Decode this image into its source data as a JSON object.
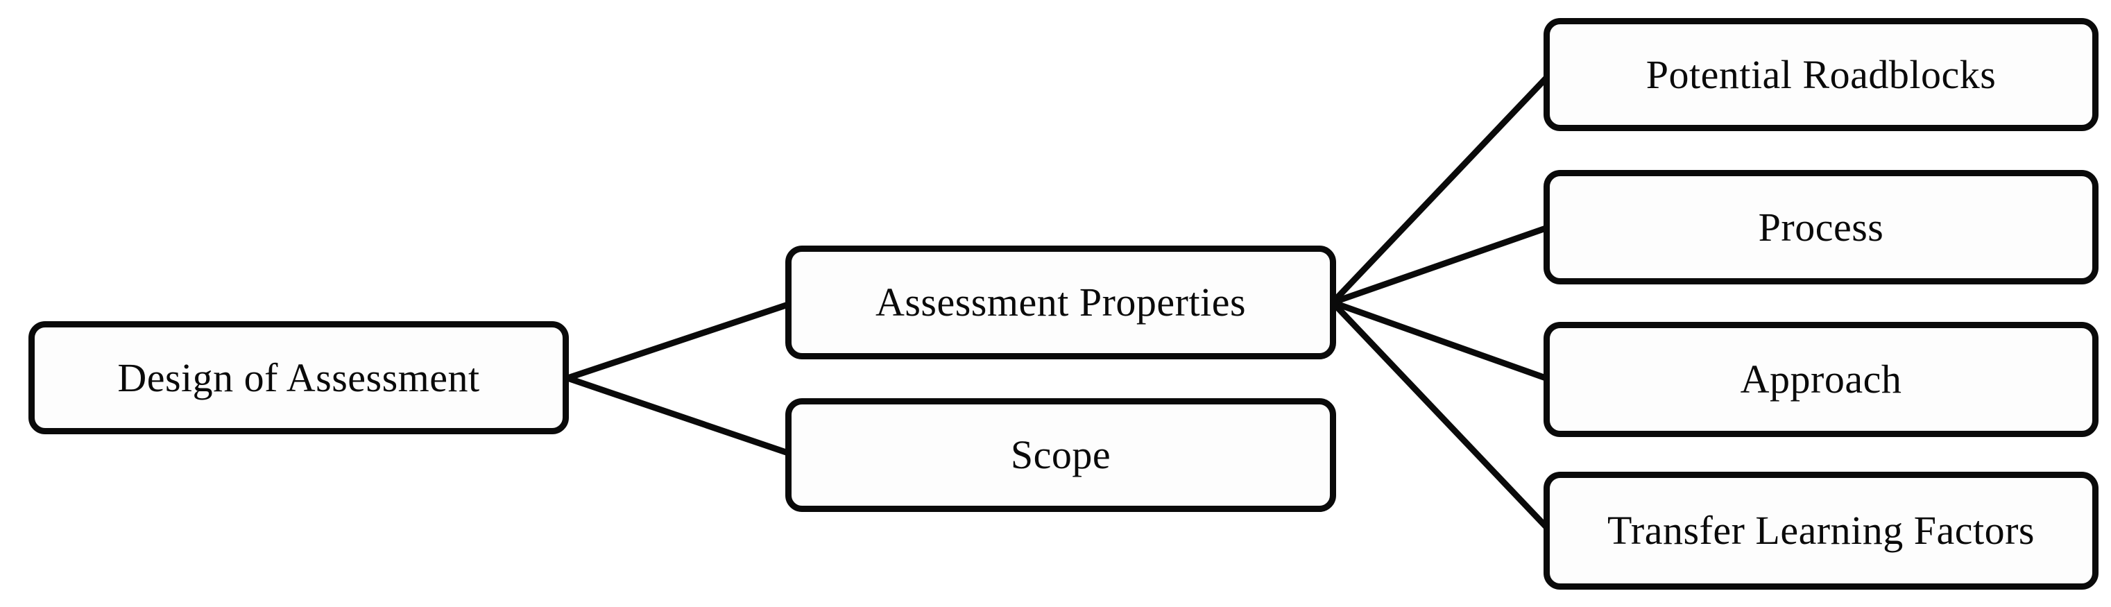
{
  "diagram": {
    "root": {
      "label": "Design of Assessment"
    },
    "level2": [
      {
        "label": "Assessment Properties"
      },
      {
        "label": "Scope"
      }
    ],
    "level3": [
      {
        "label": "Potential Roadblocks"
      },
      {
        "label": "Process"
      },
      {
        "label": "Approach"
      },
      {
        "label": "Transfer Learning Factors"
      }
    ],
    "edges": [
      {
        "from": "Design of Assessment",
        "to": "Assessment Properties"
      },
      {
        "from": "Design of Assessment",
        "to": "Scope"
      },
      {
        "from": "Assessment Properties",
        "to": "Potential Roadblocks"
      },
      {
        "from": "Assessment Properties",
        "to": "Process"
      },
      {
        "from": "Assessment Properties",
        "to": "Approach"
      },
      {
        "from": "Assessment Properties",
        "to": "Transfer Learning Factors"
      }
    ]
  },
  "colors": {
    "background": "#ffffff",
    "node_fill": "#fdfdfd",
    "node_border": "#0a0a0a",
    "line": "#0a0a0a",
    "text": "#0a0a0a"
  }
}
